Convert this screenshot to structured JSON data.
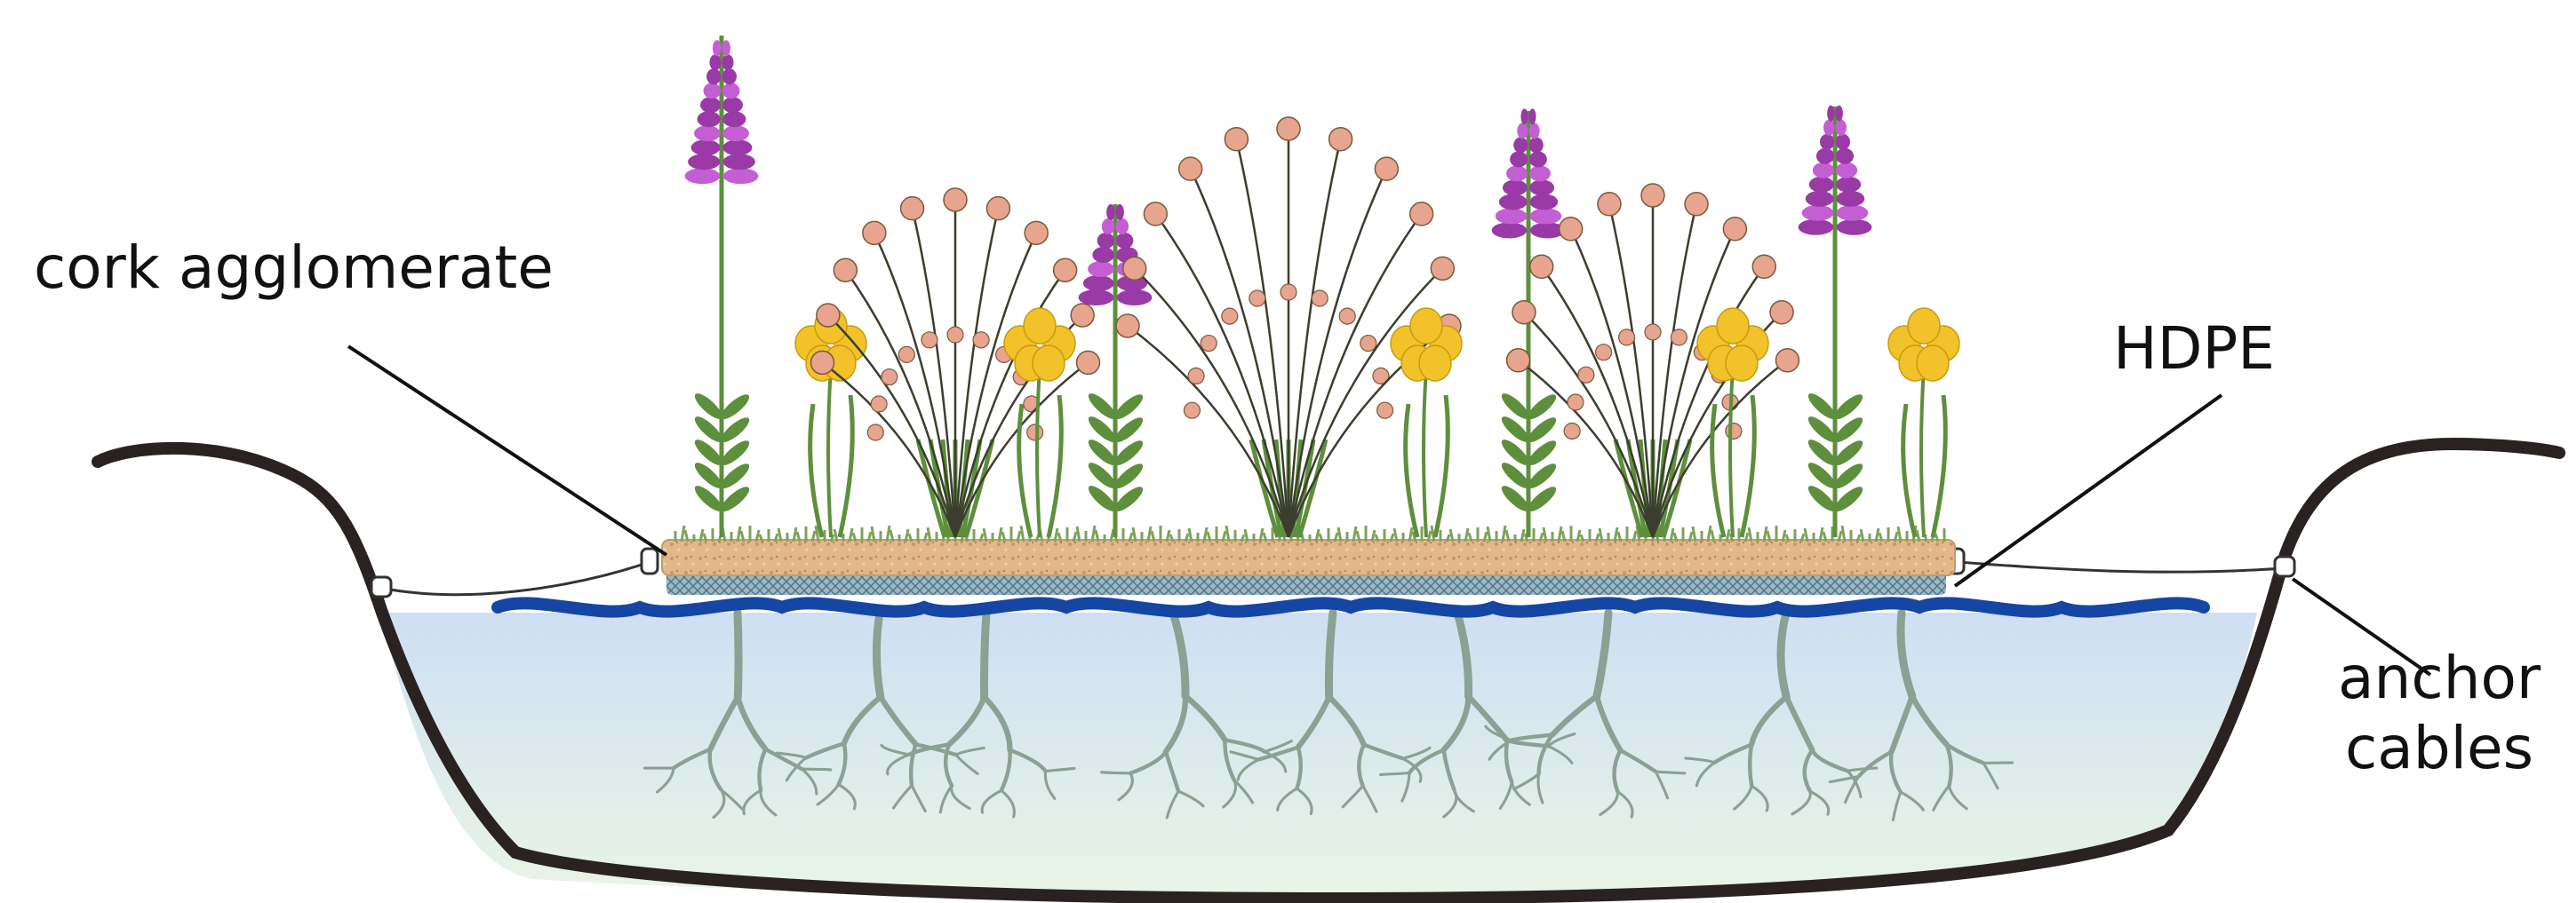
{
  "labels": {
    "cork": "cork agglomerate",
    "hdpe": "HDPE",
    "anchor_line1": "anchor",
    "anchor_line2": "cables"
  },
  "colors": {
    "basin_outline": "#2a2221",
    "water_top": "#cfdff2",
    "water_bottom": "#e9f5e6",
    "wave": "#1646a3",
    "cork": "#e2b88a",
    "hdpe_mesh": "#7d9fae",
    "grass": "#7da35a",
    "roots": "#8aa194",
    "lupin_purple": "#9a3aa6",
    "lupin_magenta": "#c45fd3",
    "iris_yellow": "#f2c22a",
    "rush_stem": "#3b3e2e",
    "seedhead": "#e7a48f",
    "stem_green": "#5d8f3c"
  },
  "plants": [
    {
      "kind": "lupin"
    },
    {
      "kind": "iris"
    },
    {
      "kind": "rush"
    },
    {
      "kind": "iris"
    },
    {
      "kind": "lupin"
    },
    {
      "kind": "rush"
    },
    {
      "kind": "iris"
    },
    {
      "kind": "lupin"
    },
    {
      "kind": "rush"
    },
    {
      "kind": "iris"
    },
    {
      "kind": "lupin"
    },
    {
      "kind": "iris"
    }
  ]
}
